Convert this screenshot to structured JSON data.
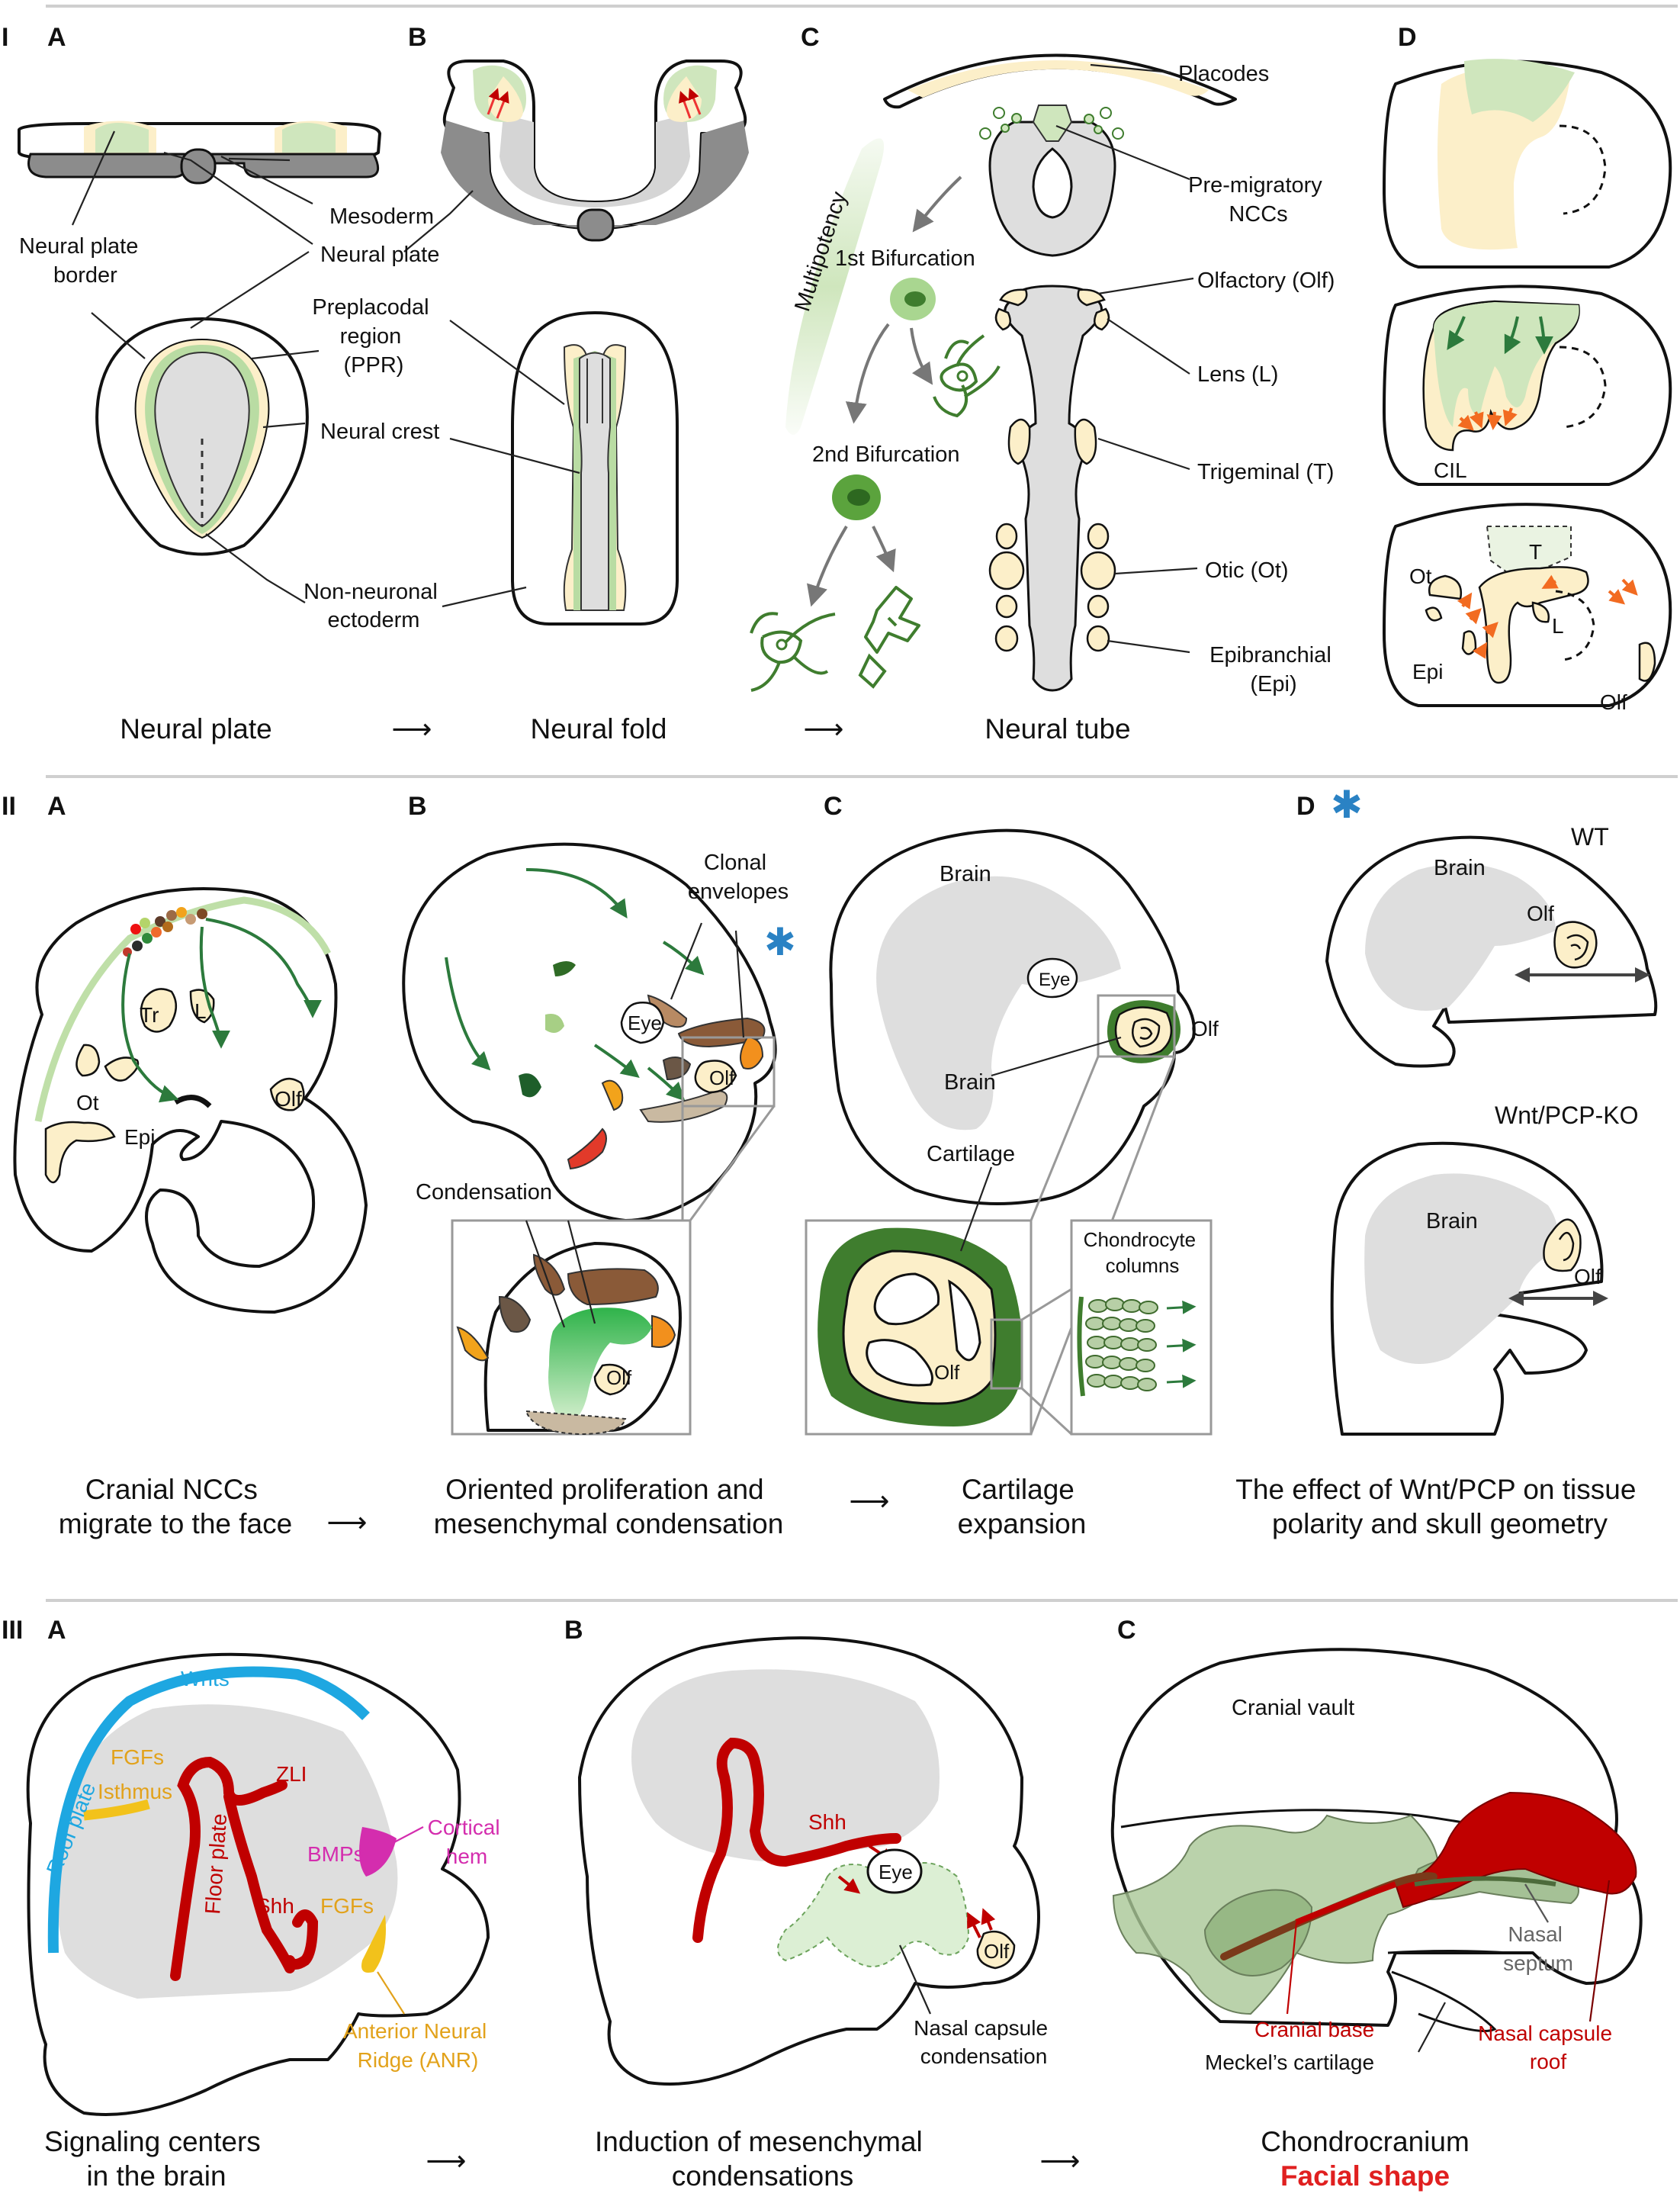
{
  "rows": {
    "I": {
      "numeral": "I",
      "panels": {
        "A": "A",
        "B": "B",
        "C": "C",
        "D": "D"
      },
      "labels": {
        "neural_plate_border": [
          "Neural plate",
          "border"
        ],
        "mesoderm": "Mesoderm",
        "neural_plate": "Neural plate",
        "ppr": [
          "Preplacodal",
          "region",
          "(PPR)"
        ],
        "neural_crest": "Neural crest",
        "non_neuronal": [
          "Non-neuronal",
          "ectoderm"
        ],
        "placodes": "Placodes",
        "pre_migratory": [
          "Pre-migratory",
          "NCCs"
        ],
        "multipotency": "Multipotency",
        "first_bifurcation": "1st Bifurcation",
        "second_bifurcation": "2nd Bifurcation",
        "olfactory": "Olfactory (Olf)",
        "lens": "Lens (L)",
        "trigeminal": "Trigeminal (T)",
        "otic": "Otic (Ot)",
        "epibranchial": [
          "Epibranchial",
          "(Epi)"
        ],
        "cil": "CIL",
        "d_ot": "Ot",
        "d_t": "T",
        "d_l": "L",
        "d_epi": "Epi",
        "d_olf": "Olf"
      },
      "captions": {
        "a": "Neural plate",
        "b": "Neural fold",
        "c": "Neural tube"
      }
    },
    "II": {
      "numeral": "II",
      "panels": {
        "A": "A",
        "B": "B",
        "C": "C",
        "D": "D"
      },
      "labels": {
        "tr": "Tr",
        "l": "L",
        "olf": "Olf",
        "ot": "Ot",
        "epi": "Epi",
        "clonal": [
          "Clonal",
          "envelopes"
        ],
        "eye": "Eye",
        "condensation": "Condensation",
        "brain": "Brain",
        "cartilage": "Cartilage",
        "chondrocyte": [
          "Chondrocyte",
          "columns"
        ],
        "wt": "WT",
        "ko": "Wnt/PCP-KO"
      },
      "captions": {
        "a": [
          "Cranial NCCs",
          "migrate to the face"
        ],
        "b": [
          "Oriented proliferation and",
          "mesenchymal condensation"
        ],
        "c": [
          "Cartilage",
          "expansion"
        ],
        "d": [
          "The effect of Wnt/PCP on tissue",
          "polarity and skull geometry"
        ]
      }
    },
    "III": {
      "numeral": "III",
      "panels": {
        "A": "A",
        "B": "B",
        "C": "C"
      },
      "labels": {
        "roof_plate": "Roof plate",
        "wnts": "Wnts",
        "fgfs_top": "FGFs",
        "isthmus": "Isthmus",
        "floor_plate": "Floor plate",
        "zli": "ZLI",
        "bmps": "BMPs",
        "cortical_hem": [
          "Cortical",
          "hem"
        ],
        "shh": "Shh",
        "fgfs_bottom": "FGFs",
        "anr": [
          "Anterior Neural",
          "Ridge (ANR)"
        ],
        "b_shh": "Shh",
        "b_eye": "Eye",
        "b_olf": "Olf",
        "nasal_capsule_condensation": [
          "Nasal capsule",
          "condensation"
        ],
        "cranial_vault": "Cranial vault",
        "nasal_septum": [
          "Nasal",
          "septum"
        ],
        "cranial_base": "Cranial base",
        "meckels": "Meckel’s cartilage",
        "nasal_capsule_roof": [
          "Nasal capsule",
          "roof"
        ]
      },
      "captions": {
        "a": [
          "Signaling centers",
          "in the brain"
        ],
        "b": [
          "Induction of mesenchymal",
          "condensations"
        ],
        "c": [
          "Chondrocranium",
          "Facial shape"
        ]
      }
    }
  },
  "arrow_glyph": "⟶",
  "asterisk": "✱",
  "colors": {
    "cream": "#fcefc9",
    "light_green": "#cfe6bd",
    "dark_green": "#3f7d2e",
    "grey": "#dedede",
    "red": "#c00000",
    "blue": "#1ea7e1",
    "orange": "#f2a31b",
    "magenta": "#d42dae",
    "arrow_orange": "#f26b21",
    "asterisk_blue": "#2a82c4"
  }
}
